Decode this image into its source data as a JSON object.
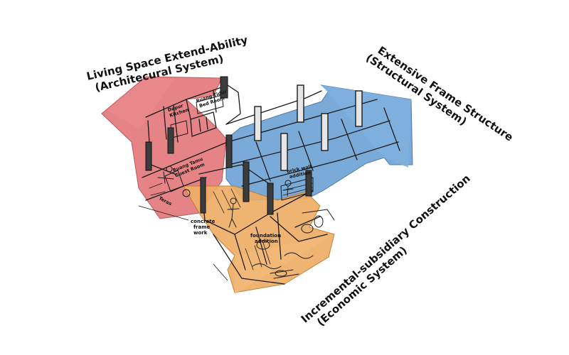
{
  "colors": {
    "architectural": "#e3767a",
    "structural": "#6fa3d5",
    "economic": "#eeae66",
    "ink": "#1a1a1a"
  },
  "labels": {
    "living_title": "Living Space Extend-Ability",
    "living_sub": "(Architecural System)",
    "frame_title": "Extensive Frame Structure",
    "frame_sub": "(Structural System)",
    "incr_title": "Incremental-subsidiary Construction",
    "incr_sub": "(Economic System)",
    "dapur_1": "Dapur",
    "dapur_2": "Kitchen",
    "ruang_1": "Ruang Tidur",
    "ruang_2": "Bed Room",
    "tamu_1": "Ruang Tamu",
    "tamu_2": "Guest Room",
    "teras": "Teras",
    "brick_1": "brick wall",
    "brick_2": "addition",
    "concrete_1": "concrete",
    "concrete_2": "frame",
    "concrete_3": "work",
    "foundation_1": "foundation",
    "foundation_2": "addition"
  }
}
